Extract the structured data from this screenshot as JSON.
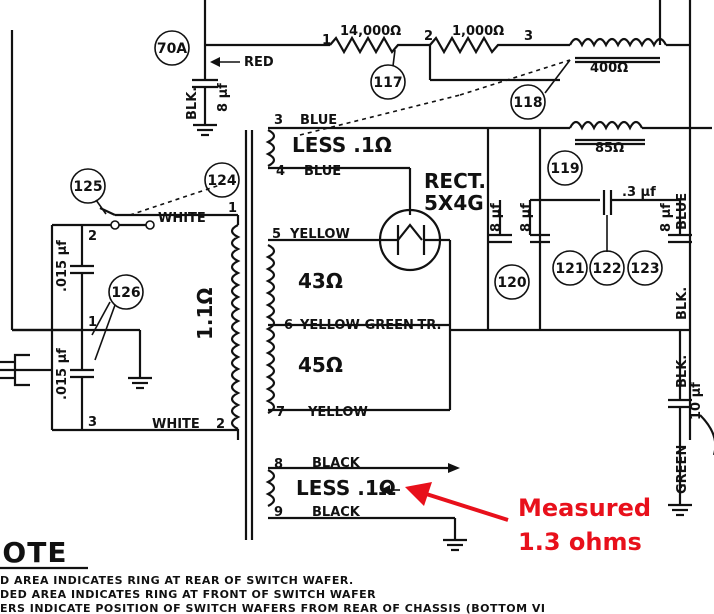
{
  "resistors": {
    "r1": "14,000",
    "r2": "1,000"
  },
  "ohm_symbol": "Ω",
  "node_labels": {
    "n1": "1",
    "n2": "2",
    "n3": "3"
  },
  "coil_top_ohms": "400",
  "coil_mid_ohms": "85",
  "wire_labels": {
    "red": "RED",
    "blk": "BLK.",
    "blue": "BLUE",
    "white": "WHITE",
    "yellow": "YELLOW",
    "yellow_green": "YELLOW-GREEN-TR.",
    "black": "BLACK",
    "green": "GREEN"
  },
  "cap_labels": {
    "c8": "8 µf",
    "c015": ".015 µf",
    "c3": ".3 µf",
    "c10": "10 µf"
  },
  "transformer": {
    "primary": "1.1",
    "secondary_top": "LESS .1",
    "secondary_mid1": "43",
    "secondary_mid2": "45",
    "secondary_bot": "LESS .1"
  },
  "pins": {
    "p1": "1",
    "p2": "2",
    "p3": "3",
    "p4": "4",
    "p5": "5",
    "p6": "6",
    "p7": "7",
    "p8": "8",
    "p9": "9"
  },
  "tube": {
    "line1": "RECT.",
    "line2": "5X4G"
  },
  "callouts": [
    "70A",
    "117",
    "118",
    "119",
    "120",
    "121",
    "122",
    "123",
    "124",
    "125",
    "126"
  ],
  "measurement": {
    "line1": "Measured",
    "line2": "1.3 ohms",
    "color": "#e8101b"
  },
  "note": {
    "title": "NOTE",
    "lines": [
      "D AREA INDICATES RING AT REAR OF SWITCH WAFER.",
      "DED AREA INDICATES RING AT FRONT OF SWITCH WAFER",
      "ERS INDICATE POSITION OF SWITCH WAFERS FROM REAR OF CHASSIS (BOTTOM VI"
    ]
  }
}
